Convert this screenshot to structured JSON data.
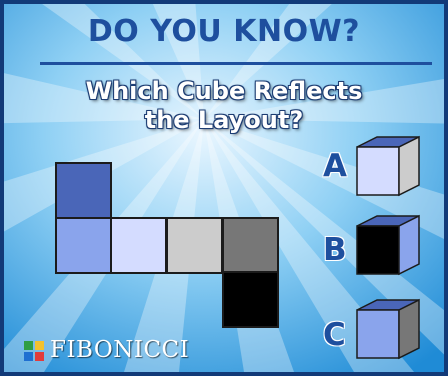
{
  "header": {
    "title": "DO YOU KNOW?",
    "question_line1": "Which Cube Reflects",
    "question_line2": "the Layout?"
  },
  "options": [
    {
      "label": "A",
      "icon": "cube-a-icon"
    },
    {
      "label": "B",
      "icon": "cube-b-icon"
    },
    {
      "label": "C",
      "icon": "cube-c-icon"
    }
  ],
  "net_faces": [
    "dark-blue",
    "medium-blue",
    "light-blue",
    "light-gray",
    "dark-gray",
    "black"
  ],
  "colors": {
    "title": "#1e4f9e",
    "face_dark_blue": "#4a66b8",
    "face_medium_blue": "#8aa4ec",
    "face_light_blue": "#d4dcff",
    "face_light_gray": "#cccccc",
    "face_dark_gray": "#777777",
    "face_black": "#000000"
  },
  "brand": {
    "name": "FIBONICCI"
  }
}
